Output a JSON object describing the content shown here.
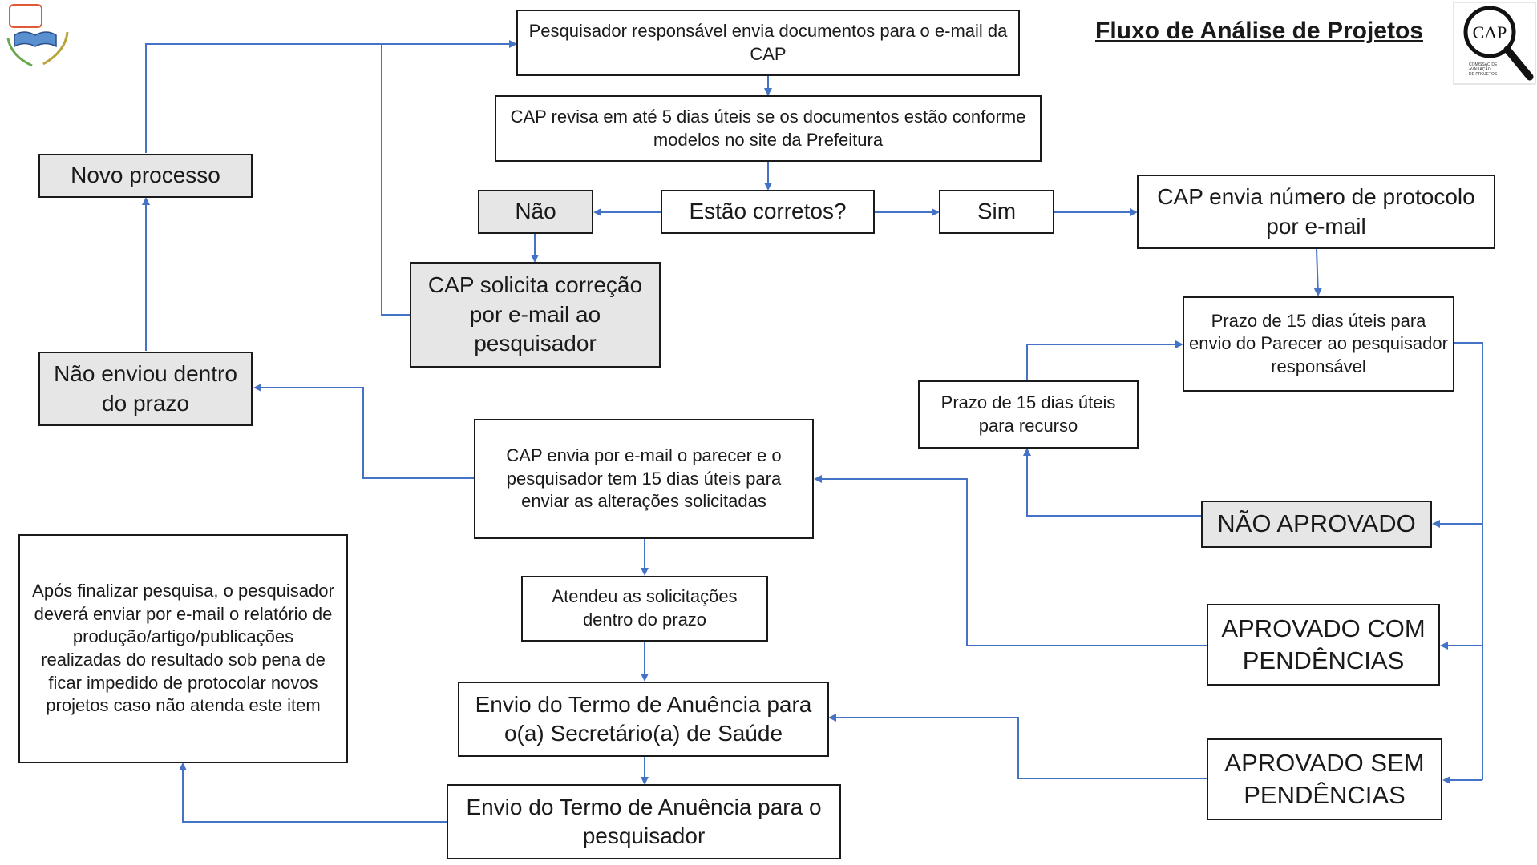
{
  "title": "Fluxo de Análise de Projetos",
  "logos": {
    "left": "municipal-crest",
    "right": "CAP",
    "right_subtitle": "Comissão de Avaliação de Projetos"
  },
  "colors": {
    "connector": "#4472c4",
    "box_border": "#1a1a1a",
    "grey_fill": "#e6e6e6"
  },
  "nodes": {
    "envia_docs": "Pesquisador responsável envia documentos para o e-mail da CAP",
    "revisa": "CAP revisa em até 5 dias úteis se os documentos estão conforme modelos no site da Prefeitura",
    "corretos": "Estão corretos?",
    "nao": "Não",
    "sim": "Sim",
    "solicita": "CAP solicita correção por e-mail ao pesquisador",
    "novo": "Novo processo",
    "nao_enviou": "Não enviou dentro do prazo",
    "protocolo": "CAP envia número de protocolo por e-mail",
    "prazo_parecer": "Prazo de 15 dias úteis para envio do Parecer ao pesquisador responsável",
    "prazo_recurso": "Prazo de 15 dias úteis para recurso",
    "nao_aprovado": "NÃO APROVADO",
    "aprovado_com": "APROVADO COM PENDÊNCIAS",
    "aprovado_sem": "APROVADO SEM PENDÊNCIAS",
    "parecer_alteracoes": "CAP envia por e-mail o parecer e o pesquisador tem 15 dias úteis para enviar as alterações solicitadas",
    "atendeu": "Atendeu as solicitações dentro do prazo",
    "termo_secretario": "Envio do Termo de Anuência para o(a) Secretário(a) de Saúde",
    "termo_pesquisador": "Envio do Termo de Anuência para o pesquisador",
    "apos_finalizar": "Após finalizar pesquisa, o pesquisador deverá enviar por e-mail o relatório de produção/artigo/publicações realizadas do resultado sob pena de ficar impedido de protocolar novos projetos caso não atenda este item"
  }
}
